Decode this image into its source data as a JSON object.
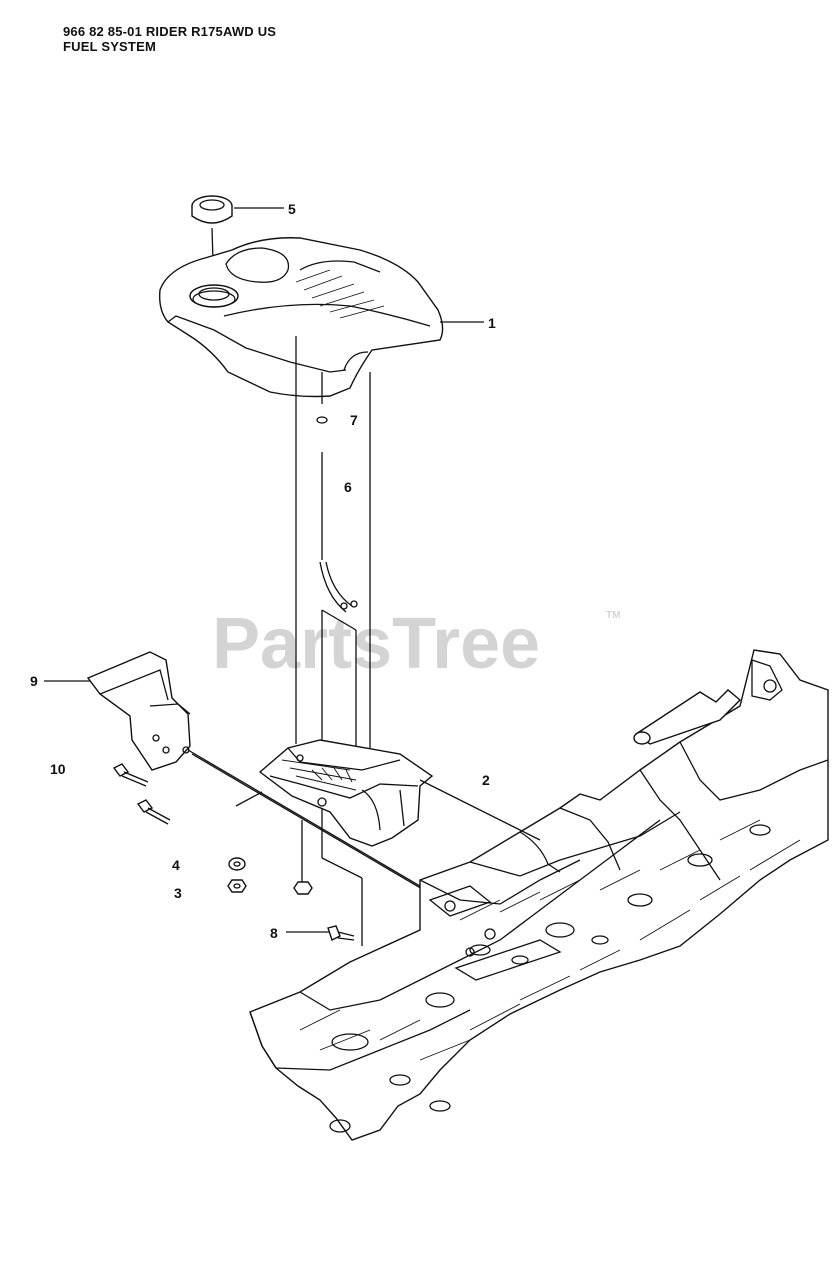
{
  "header": {
    "line1": "966 82 85-01 RIDER R175AWD US",
    "line2": "FUEL SYSTEM"
  },
  "watermark": {
    "text": "PartsTree",
    "tm": "TM"
  },
  "callouts": [
    {
      "id": "1",
      "label": "1"
    },
    {
      "id": "2",
      "label": "2"
    },
    {
      "id": "3",
      "label": "3"
    },
    {
      "id": "4",
      "label": "4"
    },
    {
      "id": "5",
      "label": "5"
    },
    {
      "id": "6",
      "label": "6"
    },
    {
      "id": "7",
      "label": "7"
    },
    {
      "id": "8",
      "label": "8"
    },
    {
      "id": "9",
      "label": "9"
    },
    {
      "id": "10",
      "label": "10"
    }
  ]
}
